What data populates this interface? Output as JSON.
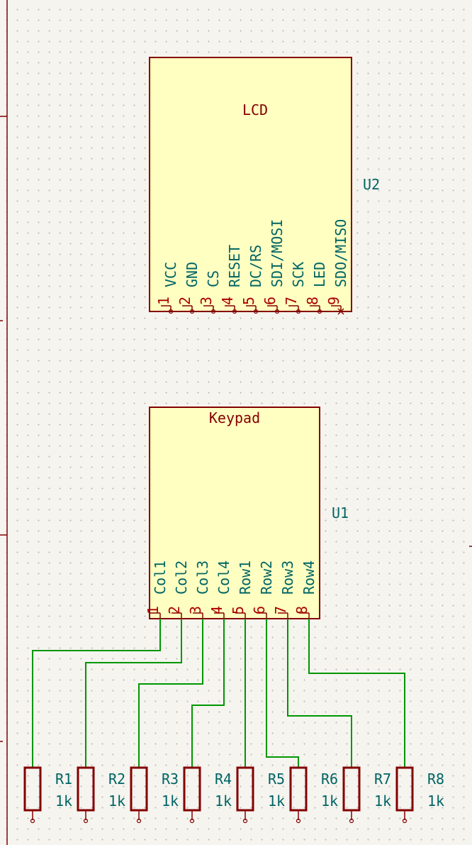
{
  "lcd": {
    "name": "LCD",
    "ref": "U2",
    "pins": [
      {
        "num": "1",
        "name": "VCC"
      },
      {
        "num": "2",
        "name": "GND"
      },
      {
        "num": "3",
        "name": "CS"
      },
      {
        "num": "4",
        "name": "RESET"
      },
      {
        "num": "5",
        "name": "DC/RS"
      },
      {
        "num": "6",
        "name": "SDI/MOSI"
      },
      {
        "num": "7",
        "name": "SCK"
      },
      {
        "num": "8",
        "name": "LED"
      },
      {
        "num": "9",
        "name": "SDO/MISO",
        "no_connect": true
      }
    ]
  },
  "keypad": {
    "name": "Keypad",
    "ref": "U1",
    "pins": [
      {
        "num": "1",
        "name": "Col1"
      },
      {
        "num": "2",
        "name": "Col2"
      },
      {
        "num": "3",
        "name": "Col3"
      },
      {
        "num": "4",
        "name": "Col4"
      },
      {
        "num": "5",
        "name": "Row1"
      },
      {
        "num": "6",
        "name": "Row2"
      },
      {
        "num": "7",
        "name": "Row3"
      },
      {
        "num": "8",
        "name": "Row4"
      }
    ]
  },
  "resistors": [
    {
      "ref": "R1",
      "value": "1k"
    },
    {
      "ref": "R2",
      "value": "1k"
    },
    {
      "ref": "R3",
      "value": "1k"
    },
    {
      "ref": "R4",
      "value": "1k"
    },
    {
      "ref": "R5",
      "value": "1k"
    },
    {
      "ref": "R6",
      "value": "1k"
    },
    {
      "ref": "R7",
      "value": "1k"
    },
    {
      "ref": "R8",
      "value": "1k"
    }
  ],
  "colors": {
    "body_fill": "#ffffc2",
    "outline": "#840000",
    "pin_number": "#a90000",
    "label": "#006464",
    "wire": "#009600",
    "background": "#f5f4ef"
  }
}
